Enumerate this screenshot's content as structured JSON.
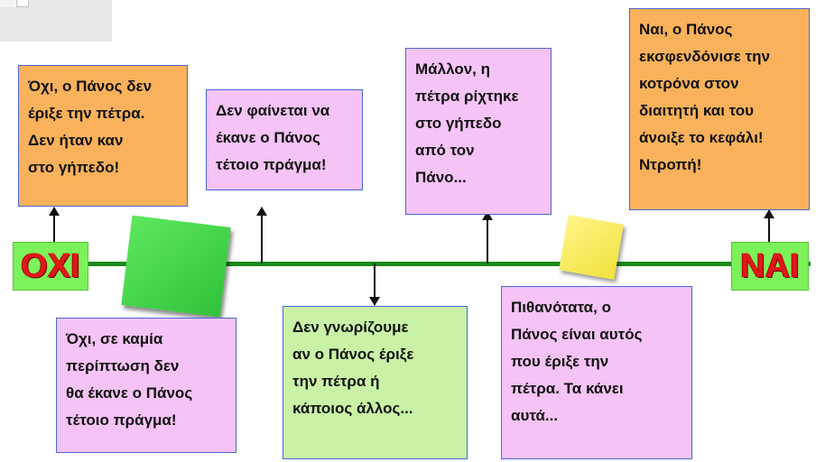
{
  "ends": {
    "left": "ΟΧΙ",
    "right": "ΝΑΙ"
  },
  "boxes": {
    "top_left": [
      "Όχι, ο Πάνος δεν",
      "έριξε την πέτρα.",
      "Δεν ήταν καν",
      "στο γήπεδο!"
    ],
    "top_mid_left": [
      "Δεν φαίνεται να",
      "έκανε ο Πάνος",
      "τέτοιο πράγμα!"
    ],
    "top_mid_right": [
      "Μάλλον, η",
      "πέτρα ρίχτηκε",
      "στο γήπεδο",
      "από τον",
      "Πάνο..."
    ],
    "top_right": [
      "Ναι, ο Πάνος",
      "εκσφενδόνισε την",
      "κοτρόνα στον",
      "διαιτητή και του",
      "άνοιξε το κεφάλι!",
      "Ντροπή!"
    ],
    "bottom_left": [
      "Όχι, σε καμία",
      "περίπτωση δεν",
      "θα έκανε ο Πάνος",
      "τέτοιο πράγμα!"
    ],
    "bottom_mid": [
      "Δεν γνωρίζουμε",
      "αν ο Πάνος έριξε",
      "την πέτρα ή",
      "κάποιος άλλος..."
    ],
    "bottom_right": [
      "Πιθανότατα,  ο",
      "Πάνος είναι αυτός",
      "που έριξε την",
      "πέτρα. Τα κάνει",
      "αυτά..."
    ]
  },
  "colors": {
    "line": "#1a8a1a",
    "orange": "#f9b25b",
    "pink": "#f5c3f5",
    "green": "#c9f2a6",
    "border": "#4a66d8",
    "end_bg": "#7cf25a",
    "end_text": "#e01818"
  }
}
